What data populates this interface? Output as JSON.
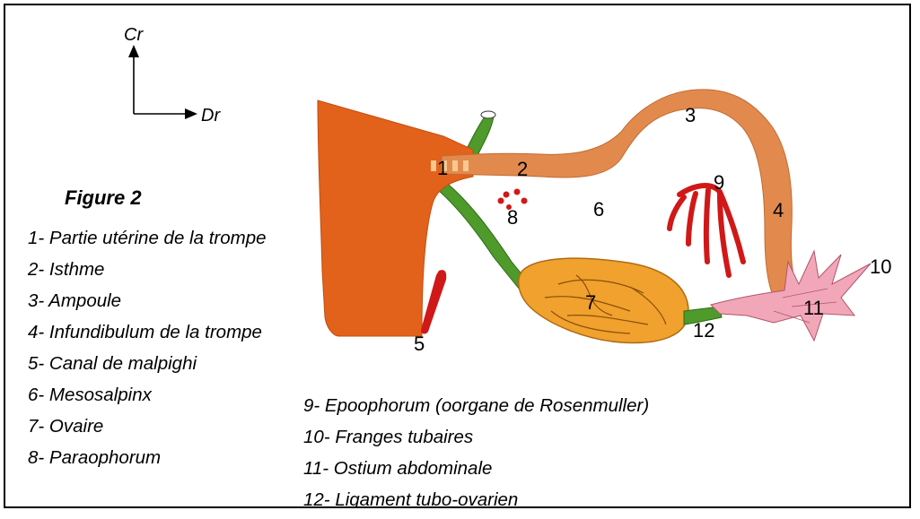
{
  "figure": {
    "title": "Figure 2",
    "axes": {
      "up": "Cr",
      "right": "Dr"
    },
    "labels": [
      "1",
      "2",
      "3",
      "4",
      "5",
      "6",
      "7",
      "8",
      "9",
      "10",
      "11",
      "12"
    ],
    "legend_left": [
      "1- Partie utérine de la trompe",
      "2- Isthme",
      "3- Ampoule",
      "4- Infundibulum de la trompe",
      "5- Canal de malpighi",
      "6- Mesosalpinx",
      "7- Ovaire",
      "8- Paraophorum"
    ],
    "legend_right": [
      "9- Epoophorum (oorgane de Rosenmuller)",
      "10- Franges tubaires",
      "11- Ostium abdominale",
      "12- Ligament tubo-ovarien"
    ],
    "colors": {
      "uterus": "#E2621B",
      "tube": "#E28A4E",
      "ligament": "#4E9A2A",
      "ovary": "#F0A12E",
      "fimbriae": "#F2A7B8",
      "red_structures": "#D01818"
    }
  }
}
